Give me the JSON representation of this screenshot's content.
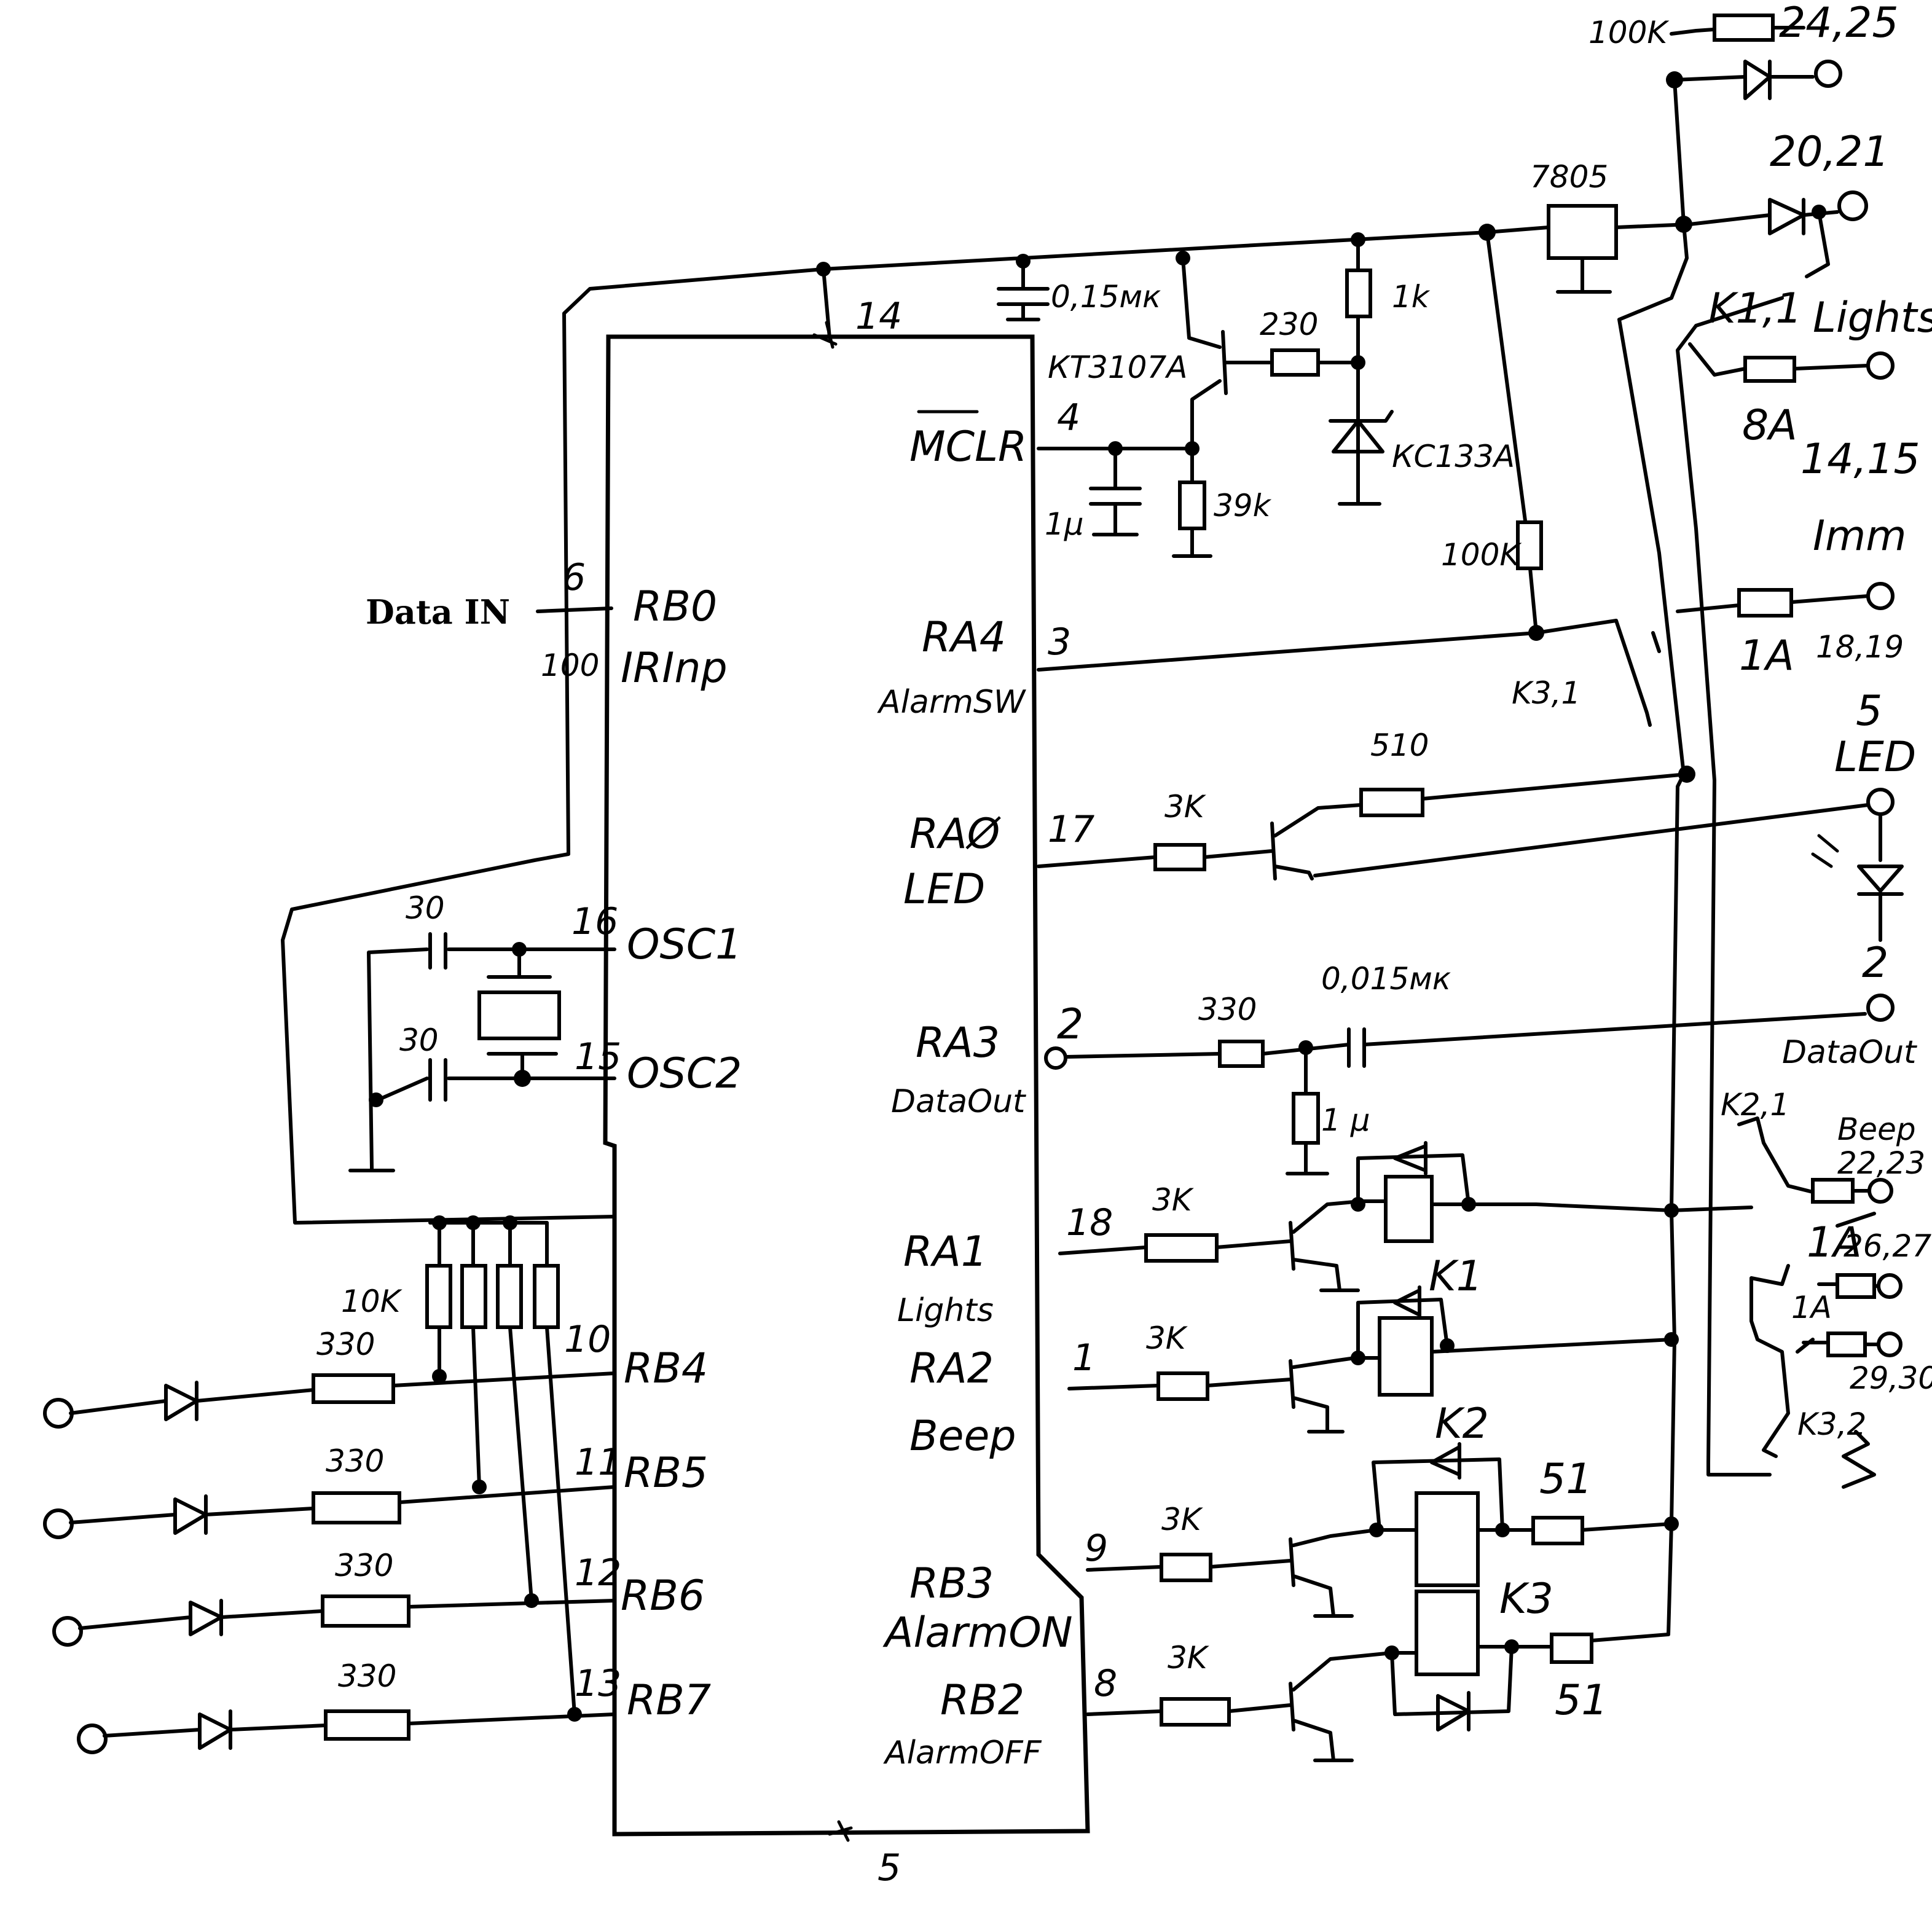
{
  "ic": {
    "pin_top": "14",
    "pin_bottom": "5",
    "left_pins": [
      {
        "num": "6",
        "name": "RB0",
        "sub": "IRInp"
      },
      {
        "num": "16",
        "name": "OSC1"
      },
      {
        "num": "15",
        "name": "OSC2"
      },
      {
        "num": "10",
        "name": "RB4"
      },
      {
        "num": "11",
        "name": "RB5"
      },
      {
        "num": "12",
        "name": "RB6"
      },
      {
        "num": "13",
        "name": "RB7"
      }
    ],
    "right_pins": [
      {
        "num": "4",
        "name": "MCLR"
      },
      {
        "num": "3",
        "name": "RA4",
        "sub": "AlarmSW"
      },
      {
        "num": "17",
        "name": "RAØ",
        "sub": "LED"
      },
      {
        "num": "2",
        "name": "RA3",
        "sub": "DataOut"
      },
      {
        "num": "18",
        "name": "RA1",
        "sub": "Lights"
      },
      {
        "num": "1",
        "name": "RA2",
        "sub": "Beep"
      },
      {
        "num": "9",
        "name": "RB3",
        "sub": "AlarmON"
      },
      {
        "num": "8",
        "name": "RB2",
        "sub": "AlarmOFF"
      }
    ]
  },
  "labels": {
    "data_in": "Data IN",
    "data_in_res": "100",
    "cap_supply": "0,15мк",
    "transistor": "КТ3107А",
    "res_230": "230",
    "res_1k": "1k",
    "zener": "КС133А",
    "cap_mclr": "1µ",
    "res_39k": "39k",
    "regulator": "7805",
    "res_100k_top": "100K",
    "res_100k_ra4": "100K",
    "res_510": "510",
    "res_3k_led": "3K",
    "res_330_data": "330",
    "cap_data": "0,015мк",
    "cap_data_gnd": "1 µ",
    "res_3k_ra1": "3K",
    "res_3k_ra2": "3K",
    "res_3k_rb3": "3K",
    "res_3k_rb2": "3K",
    "relay_k1": "K1",
    "relay_k2": "K2",
    "relay_k3": "K3",
    "res_51_a": "51",
    "res_51_b": "51",
    "cap_osc1": "30",
    "cap_osc2": "30",
    "res_10k": "10K",
    "res_330_rb4": "330",
    "res_330_rb5": "330",
    "res_330_rb6": "330",
    "res_330_rb7": "330"
  },
  "connectors": {
    "top": "24,25",
    "power": "20,21",
    "k11": "K1,1",
    "lights": "Lights",
    "fuse_8a": "8A",
    "lights_pins": "14,15",
    "imm": "Imm",
    "fuse_1a_a": "1A",
    "imm_pins": "18,19",
    "k31": "K3,1",
    "led_pin": "5",
    "led": "LED",
    "data_pin": "2",
    "dataout": "DataOut",
    "k21": "K2,1",
    "beep": "Beep",
    "beep_pins": "22,23",
    "fuse_1a_b": "1A",
    "pins_2627": "26,27",
    "fuse_1a_c": "1A",
    "pins_2930": "29,30",
    "k32": "K3,2"
  }
}
